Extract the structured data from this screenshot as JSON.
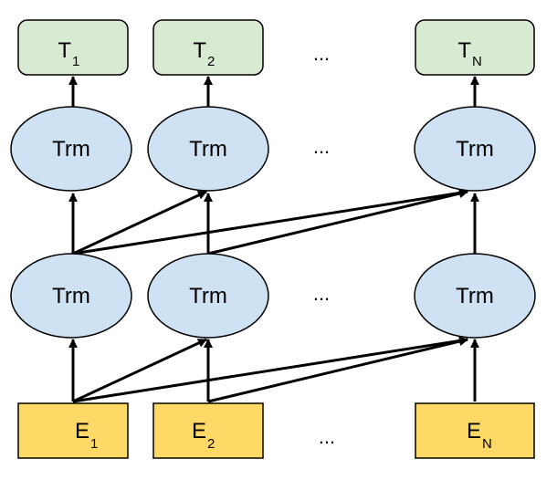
{
  "colors": {
    "output_fill": "#d9ead3",
    "trm_fill": "#cfe2f3",
    "embed_fill": "#ffd966",
    "stroke": "#000000"
  },
  "outputs": [
    {
      "base": "T",
      "sub": "1"
    },
    {
      "base": "T",
      "sub": "2"
    },
    {
      "base": "T",
      "sub": "N"
    }
  ],
  "upper_layer": [
    "Trm",
    "Trm",
    "Trm"
  ],
  "lower_layer": [
    "Trm",
    "Trm",
    "Trm"
  ],
  "inputs": [
    {
      "base": "E",
      "sub": "1"
    },
    {
      "base": "E",
      "sub": "2"
    },
    {
      "base": "E",
      "sub": "N"
    }
  ],
  "ellipsis": "..."
}
